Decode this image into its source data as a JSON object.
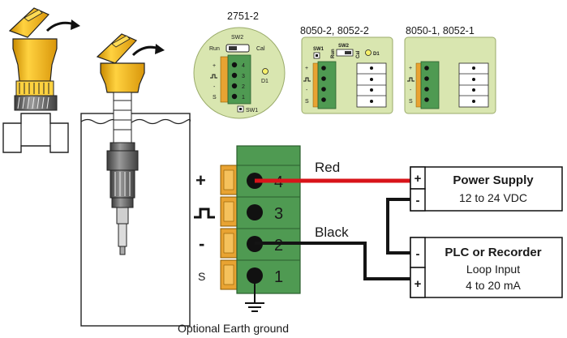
{
  "models": {
    "m1": "2751-2",
    "m2": "8050-2, 8052-2",
    "m3": "8050-1, 8052-1"
  },
  "board1": {
    "sw2": "SW2",
    "run": "Run",
    "cal": "Cal",
    "d1": "D1",
    "sw1": "SW1",
    "pins": [
      "4",
      "3",
      "2",
      "1"
    ],
    "signs": [
      "+",
      "-",
      "S"
    ]
  },
  "board2": {
    "sw1": "SW1",
    "sw2": "SW2",
    "run": "Run",
    "cal": "Cal",
    "d1": "D1",
    "signs": [
      "+",
      "-",
      "S"
    ]
  },
  "board3": {
    "signs": [
      "+",
      "-",
      "S"
    ]
  },
  "terminal": {
    "numbers": [
      "4",
      "3",
      "2",
      "1"
    ],
    "signs": [
      "+",
      "-",
      "S"
    ]
  },
  "wires": {
    "red": "Red",
    "black": "Black"
  },
  "power_supply": {
    "title": "Power Supply",
    "subtitle": "12 to 24 VDC",
    "plus": "+",
    "minus": "-"
  },
  "plc": {
    "title": "PLC or Recorder",
    "line1": "Loop Input",
    "line2": "4 to 20 mA",
    "minus": "-",
    "plus": "+"
  },
  "ground_label": "Optional Earth ground",
  "colors": {
    "yellow": "#f2b51c",
    "yellow_dark": "#c98a00",
    "board_green": "#d9e6b0",
    "terminal_green": "#4f9a52",
    "terminal_orange": "#e8a332",
    "red_wire": "#d8141a",
    "black_wire": "#141414"
  }
}
